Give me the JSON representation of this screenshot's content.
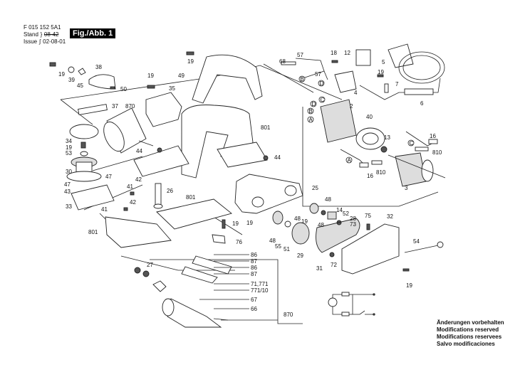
{
  "header": {
    "part_number": "F 015 152 5A1",
    "stand_label": "Stand",
    "stand_value": "08-42",
    "issue_label": "Issue",
    "issue_value": "02-08-01",
    "figure_label": "Fig./Abb. 1"
  },
  "notes": [
    "Änderungen vorbehalten",
    "Modifications reserved",
    "Modifications reservees",
    "Salvo modificaciones"
  ],
  "callouts": {
    "c19a": "19",
    "c39": "39",
    "c45": "45",
    "c38": "38",
    "c50": "50",
    "c19b": "19",
    "c35": "35",
    "c49": "49",
    "c19c": "19",
    "c37": "37",
    "c870a": "870",
    "c34": "34",
    "c19d": "19",
    "c53": "53",
    "c30": "30",
    "c47a": "47",
    "c47b": "47",
    "c43": "43",
    "c33": "33",
    "c44a": "44",
    "c44b": "44",
    "c801a": "801",
    "c42a": "42",
    "c41a": "41",
    "c42b": "42",
    "c41b": "41",
    "c26": "26",
    "c801b": "801",
    "c801c": "801",
    "c19e": "19",
    "c76": "76",
    "c68": "68",
    "c57a": "57",
    "c57b": "57",
    "c18": "18",
    "c12": "12",
    "c4": "4",
    "c5": "5",
    "c6": "6",
    "c19f": "19",
    "c7": "7",
    "c2": "2",
    "c40": "40",
    "c13": "13",
    "c16a": "16",
    "c810a": "810",
    "c16b": "16",
    "c810b": "810",
    "c3": "3",
    "c25": "25",
    "c48a": "48",
    "c14": "14",
    "c52": "52",
    "c28": "28",
    "c73": "73",
    "c48b": "48",
    "c48c": "48",
    "c19g": "19",
    "c19h": "19",
    "c48d": "48",
    "c55": "55",
    "c51": "51",
    "c29": "29",
    "c31": "31",
    "c72": "72",
    "c75": "75",
    "c32": "32",
    "c54": "54",
    "c19i": "19",
    "c27": "27",
    "c86a": "86",
    "c87a": "87",
    "c86b": "86",
    "c87b": "87",
    "c71": "71,771",
    "c771": "771/10",
    "c67": "67",
    "c66": "66",
    "c870b": "870"
  },
  "circle_markers": {
    "b1": "B",
    "d1": "D",
    "c1": "C",
    "d2": "D",
    "b2": "B",
    "a1": "A",
    "c2": "C",
    "a2": "A"
  }
}
